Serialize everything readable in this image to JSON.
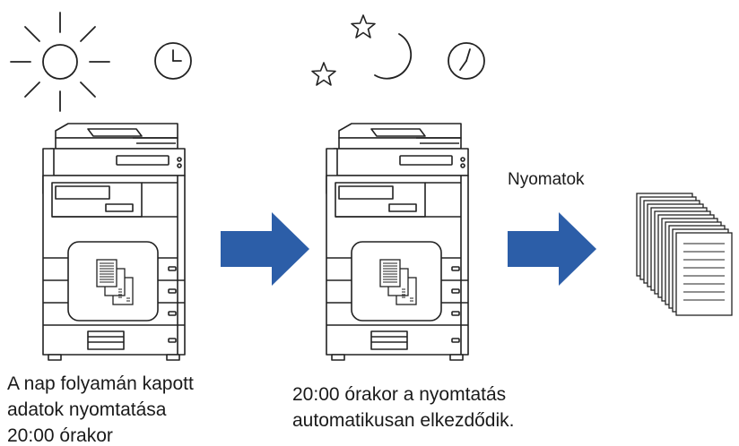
{
  "captions": {
    "left": "A nap folyamán kapott\nadatok nyomtatása\n20:00 órakor",
    "middle": "20:00 órakor a nyomtatás\nautomatikusan elkezdődik.",
    "output": "Nyomatok"
  },
  "icons": {
    "sun": "sun-icon",
    "clock_day": "clock-icon",
    "moon": "crescent-moon-icon",
    "stars": "star-icon",
    "clock_night": "clock-icon",
    "printer": "printer-icon",
    "documents": "document-stack-icon",
    "arrow": "right-arrow-icon",
    "output_stack": "printed-pages-icon"
  },
  "colors": {
    "arrow": "#2c5ea8",
    "line": "#222222",
    "printer_fill": "#ffffff"
  }
}
